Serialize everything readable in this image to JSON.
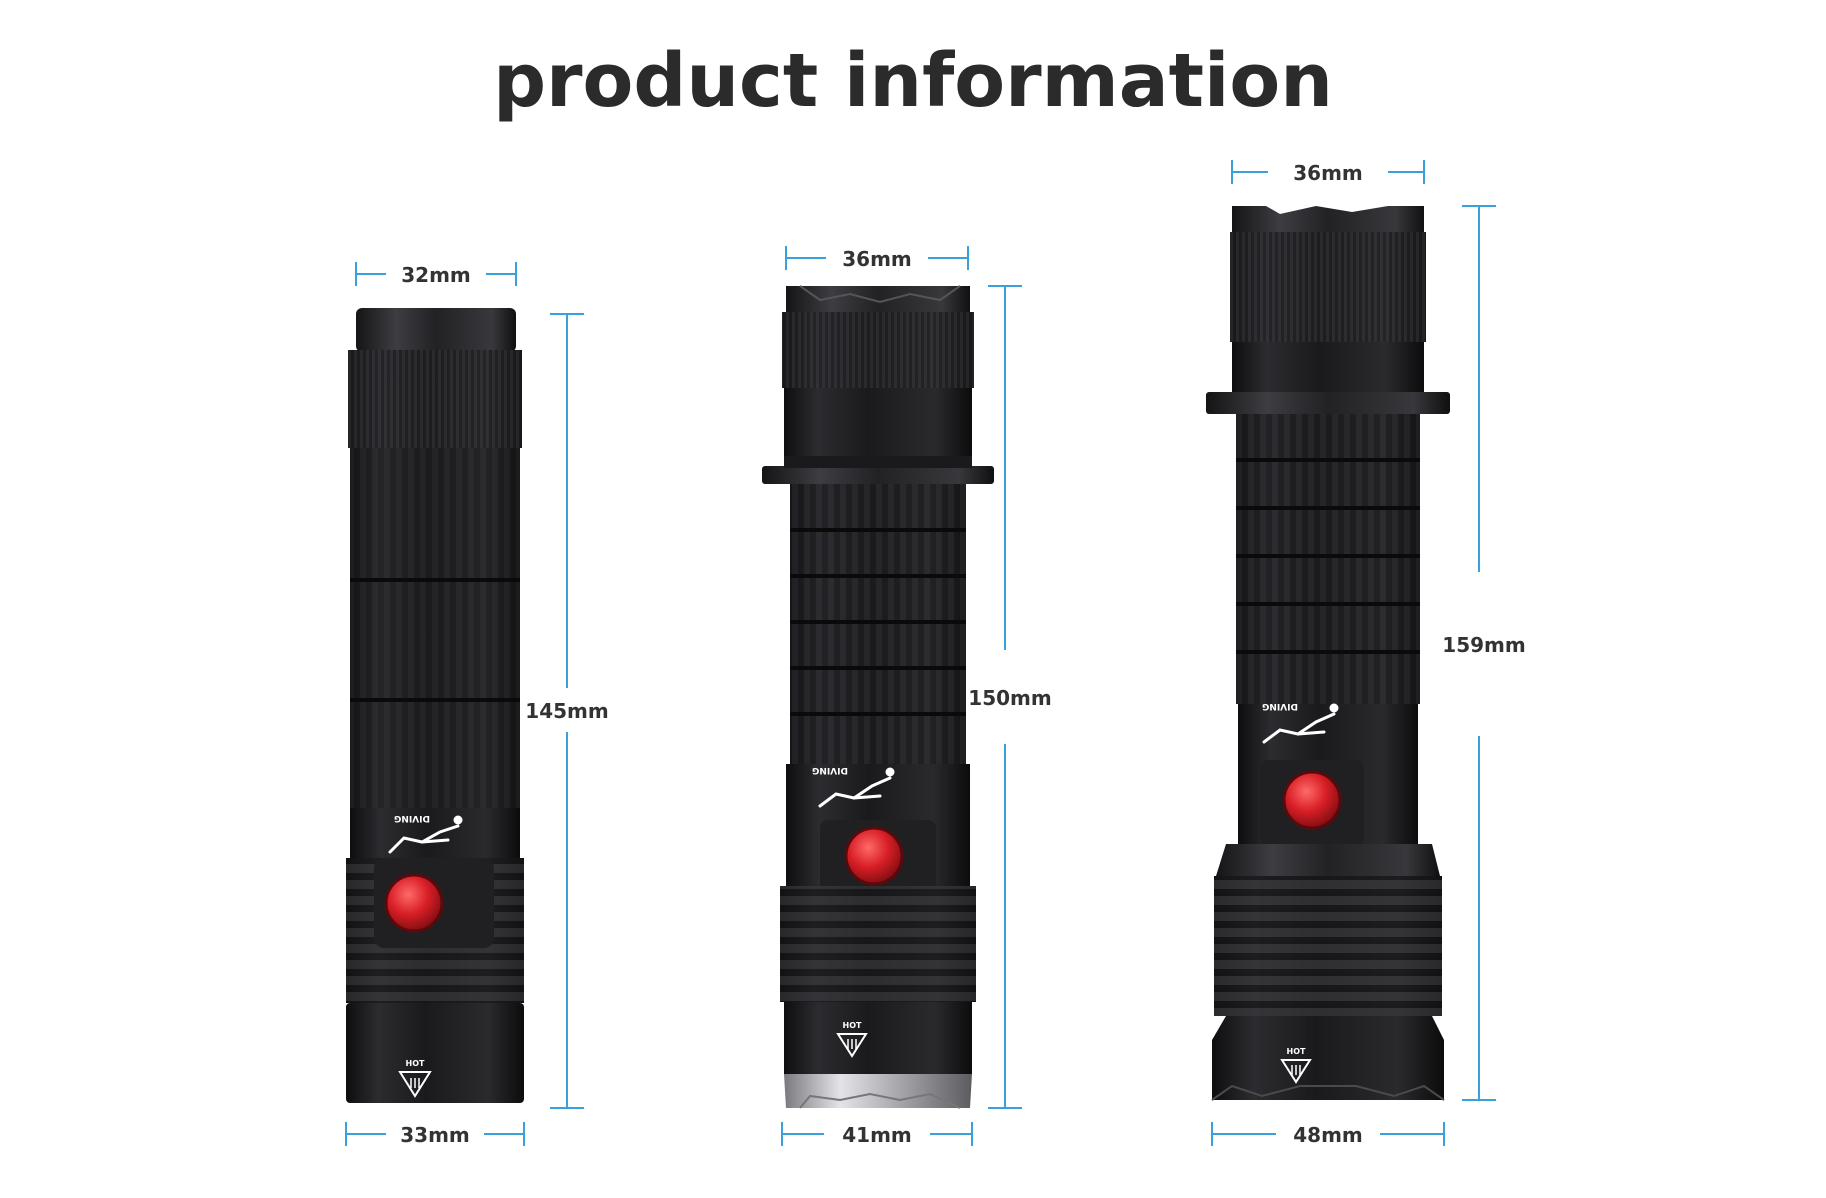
{
  "title": "product information",
  "accent_color": "#3aa0dc",
  "button_color": "#d81f26",
  "body_color": "#1c1c1e",
  "flashlights": [
    {
      "top_width": "32mm",
      "bottom_width": "33mm",
      "height": "145mm",
      "logo_text": "DIVING",
      "warning_text": "HOT"
    },
    {
      "top_width": "36mm",
      "bottom_width": "41mm",
      "height": "150mm",
      "logo_text": "DIVING",
      "warning_text": "HOT"
    },
    {
      "top_width": "36mm",
      "bottom_width": "48mm",
      "height": "159mm",
      "logo_text": "DIVING",
      "warning_text": "HOT"
    }
  ]
}
